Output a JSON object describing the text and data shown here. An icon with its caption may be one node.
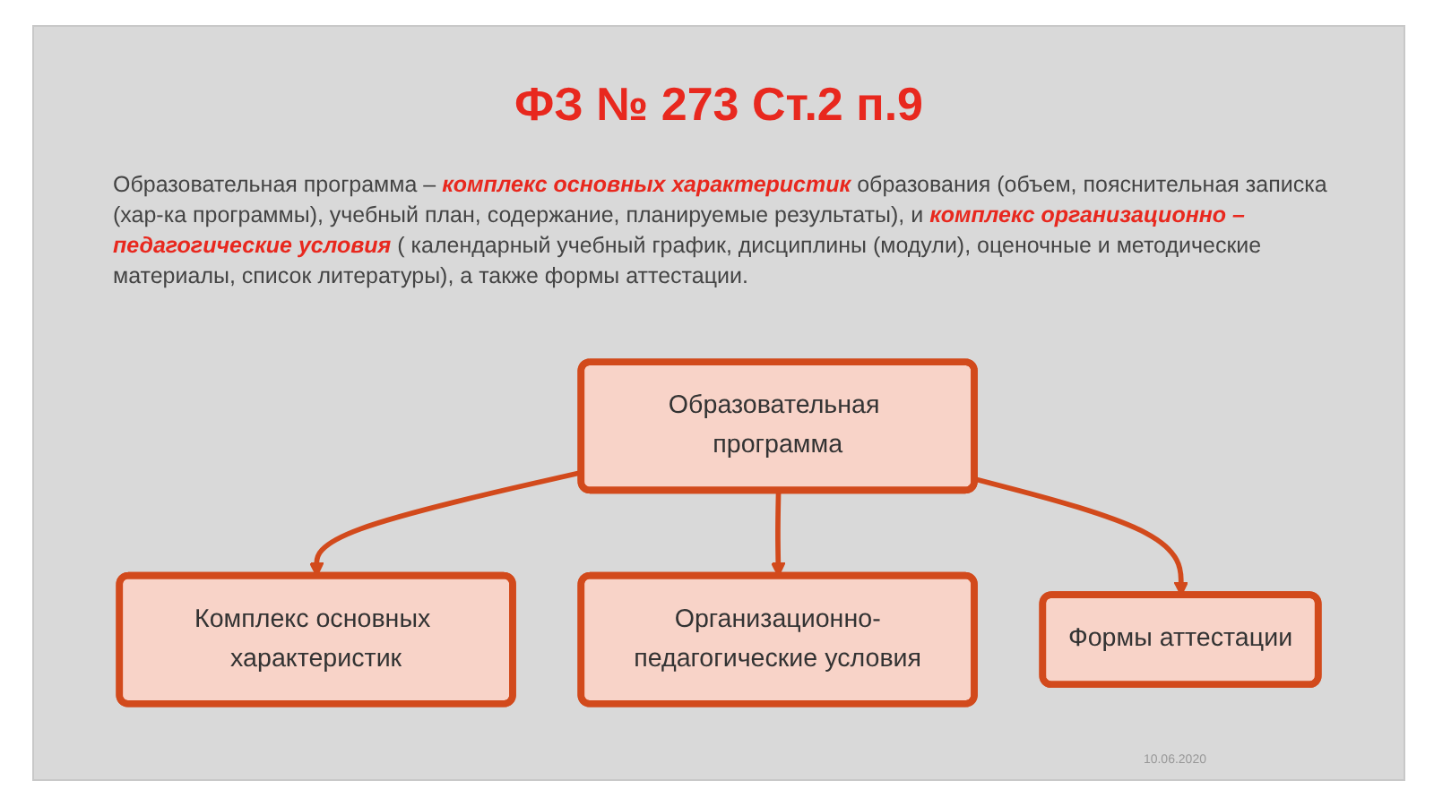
{
  "diagram": {
    "title": "ФЗ № 273 Ст.2 п.9",
    "nodes": [
      {
        "text": [
          "Комплекс основных характеристик"
        ]
      },
      {
        "text": [
          "Образовательная программа"
        ]
      },
      {
        "text": [
          "Организационно-педагогические условия"
        ]
      },
      {
        "text": [
          "Формы аттестации"
        ]
      }
    ],
    "edges": [
      {
        "from": 1,
        "to": 0,
        "arrow": "to"
      },
      {
        "from": 1,
        "to": 2,
        "arrow": "to"
      },
      {
        "from": 1,
        "to": 3,
        "arrow": "to"
      }
    ],
    "labels": [
      "Образовательная программа – **комплекс основных характеристик** образования (объем, пояснительная записка (хар-ка программы), учебный план, содержание,  планируемые результаты), и **комплекс организационно – педагогические условия** ( календарный учебный график, дисциплины (модули), оценочные и методические материалы, список литературы), а также формы аттестации.",
      "10.06.2020"
    ]
  }
}
